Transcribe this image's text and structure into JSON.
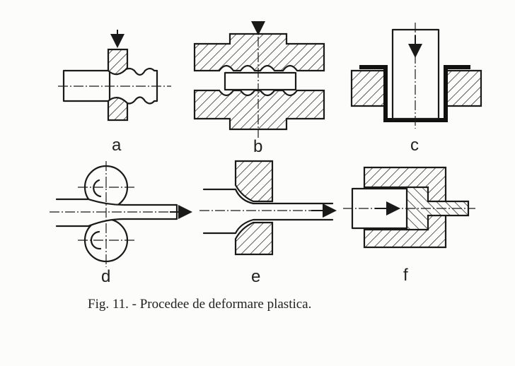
{
  "figure": {
    "caption": "Fig. 11. - Procedee de deformare plastica.",
    "panels": [
      {
        "id": "a",
        "label": "a"
      },
      {
        "id": "b",
        "label": "b"
      },
      {
        "id": "c",
        "label": "c"
      },
      {
        "id": "d",
        "label": "d"
      },
      {
        "id": "e",
        "label": "e"
      },
      {
        "id": "f",
        "label": "f"
      }
    ]
  },
  "colors": {
    "ink": "#1a1a1a",
    "paper": "#fcfcfa"
  }
}
